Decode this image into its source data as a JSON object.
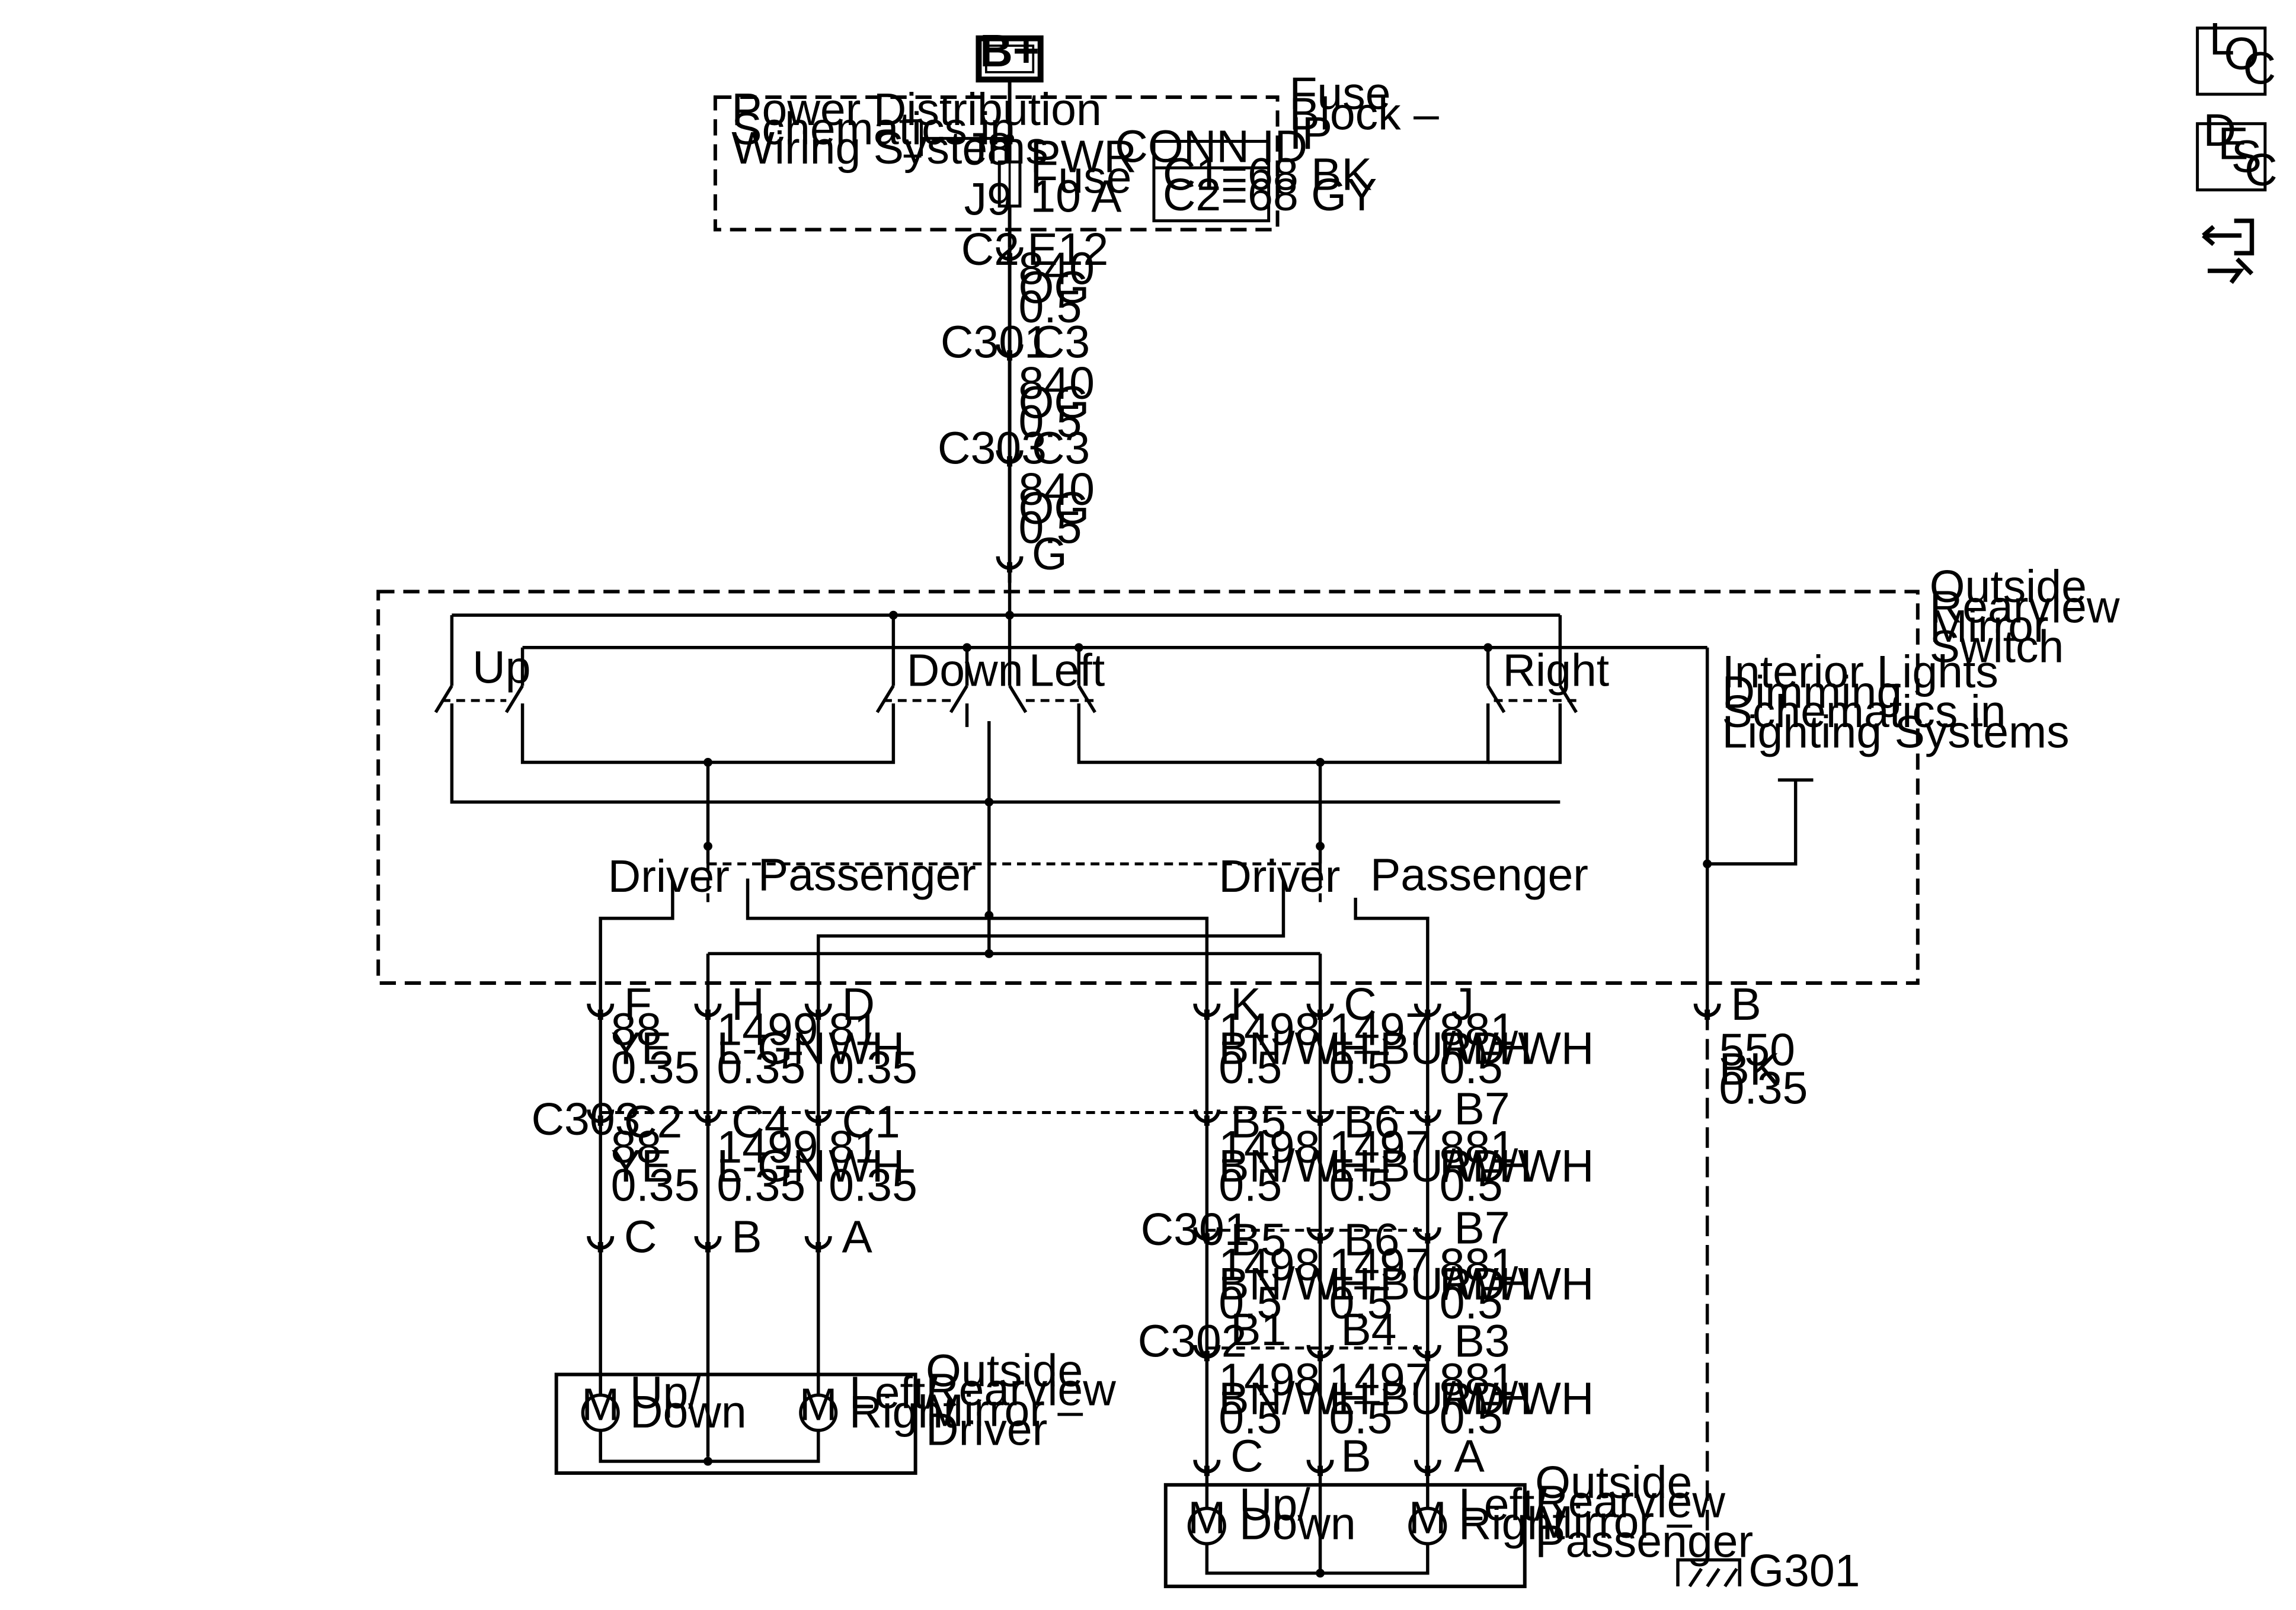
{
  "power": {
    "label": "B+"
  },
  "fuse_block": {
    "title_lines": [
      "Fuse",
      "Block –",
      "IP"
    ],
    "power_dist_lines": [
      "Power Distribution",
      "Schematics in",
      "Wiring Systems"
    ],
    "pin_top": "J8",
    "pin_bottom": "J9",
    "fuse_lines": [
      "PWR MIRS",
      "Fuse",
      "10 A"
    ],
    "conn_id_header": "CONN ID",
    "conn_id_lines": [
      "C1=68 BK",
      "C2=68 GY"
    ]
  },
  "feed": {
    "c2": "C2",
    "e12": "E12",
    "c301": "C301",
    "c3a": "C3",
    "c303": "C303",
    "c3b": "C3",
    "g": "G",
    "wire_lines": [
      "840",
      "OG",
      "0.5"
    ]
  },
  "switch": {
    "title_lines": [
      "Outside",
      "Rearview",
      "Mirror",
      "Switch"
    ],
    "up": "Up",
    "down": "Down",
    "left": "Left",
    "right": "Right",
    "driver_1": "Driver",
    "passenger_1": "Passenger",
    "driver_2": "Driver",
    "passenger_2": "Passenger",
    "interior_lines": [
      "Interior Lights",
      "Dimming",
      "Schematics in",
      "Lighting Systems"
    ]
  },
  "circuits": {
    "yel": {
      "pin": "F",
      "c303": "C2",
      "mirror": "C",
      "wire": [
        "88",
        "YE",
        "0.35"
      ]
    },
    "lgn": {
      "pin": "H",
      "c303": "C4",
      "mirror": "B",
      "wire": [
        "1499",
        "L-GN",
        "0.35"
      ]
    },
    "wht": {
      "pin": "D",
      "c303": "C1",
      "mirror": "A",
      "wire": [
        "81",
        "WH",
        "0.35"
      ]
    },
    "bnwh": {
      "pin": "K",
      "c303": "B5",
      "c301": "B5",
      "c302": "B1",
      "mirror": "C",
      "wire": [
        "1498",
        "BN/WH",
        "0.5"
      ]
    },
    "lbu": {
      "pin": "C",
      "c303": "B6",
      "c301": "B6",
      "c302": "B4",
      "mirror": "B",
      "wire": [
        "1497",
        "L–BU/WH",
        "0.5"
      ]
    },
    "rdwh": {
      "pin": "J",
      "c303": "B7",
      "c301": "B7",
      "c302": "B3",
      "mirror": "A",
      "wire": [
        "881",
        "RD/WH",
        "0.5"
      ]
    },
    "gnd": {
      "pin": "B",
      "wire": [
        "550",
        "BK",
        "0.35"
      ]
    }
  },
  "connectors": {
    "c303": "C303",
    "c301": "C301",
    "c302": "C302"
  },
  "driver_mirror": {
    "motor": "M",
    "updown_lines": [
      "Up/",
      "Down"
    ],
    "leftright_lines": [
      "Left/",
      "Right"
    ],
    "title_lines": [
      "Outside",
      "Rearview",
      "Mirror –",
      "Driver"
    ]
  },
  "passenger_mirror": {
    "motor": "M",
    "updown_lines": [
      "Up/",
      "Down"
    ],
    "leftright_lines": [
      "Left/",
      "Right"
    ],
    "title_lines": [
      "Outside",
      "Rearview",
      "Mirror –",
      "Passenger"
    ]
  },
  "ground": {
    "label": "G301"
  },
  "side_icons": {
    "loc": [
      "L",
      "O",
      "C"
    ],
    "desc": [
      "D",
      "E",
      "S",
      "C"
    ],
    "names": [
      "location-icon",
      "description-icon",
      "connector-swap-icon"
    ]
  }
}
